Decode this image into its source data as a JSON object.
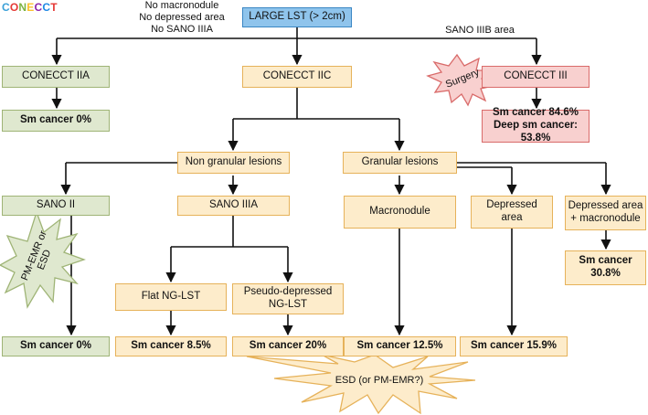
{
  "logo": {
    "letters": [
      "C",
      "O",
      "N",
      "E",
      "C",
      "C",
      "T"
    ],
    "colors": [
      "#3aa0d8",
      "#e53935",
      "#7cb342",
      "#fbc02d",
      "#8e24aa",
      "#1e88e5",
      "#e53935"
    ]
  },
  "top_note": {
    "line1": "No macronodule",
    "line2": "No depressed area",
    "line3": "No SANO IIIA"
  },
  "right_note": "SANO IIIB area",
  "nodes": {
    "root": "LARGE LST (> 2cm)",
    "conecct_iia": "CONECCT IIA",
    "conecct_iic": "CONECCT IIC",
    "conecct_iii": "CONECCT III",
    "sm_cancer_iia": "Sm cancer 0%",
    "sm_cancer_iii_line1": "Sm cancer 84.6%",
    "sm_cancer_iii_line2": "Deep sm cancer: 53.8%",
    "non_granular": "Non granular lesions",
    "granular": "Granular lesions",
    "sano_ii": "SANO II",
    "sano_iiia": "SANO IIIA",
    "macronodule": "Macronodule",
    "depressed_line1": "Depressed",
    "depressed_line2": "area",
    "dep_macro_line1": "Depressed area",
    "dep_macro_line2": "+ macronodule",
    "sm_cancer_dm_line1": "Sm cancer",
    "sm_cancer_dm_line2": "30.8%",
    "flat_nglst": "Flat NG-LST",
    "pseudo_line1": "Pseudo-depressed",
    "pseudo_line2": "NG-LST",
    "sm_sano_ii": "Sm cancer 0%",
    "sm_flat": "Sm cancer 8.5%",
    "sm_pseudo": "Sm cancer 20%",
    "sm_macro": "Sm cancer 12.5%",
    "sm_depressed": "Sm cancer 15.9%"
  },
  "stars": {
    "surgery": "Surgery",
    "pm_emr_line1": "PM-EMR or",
    "pm_emr_line2": "ESD",
    "esd": "ESD (or PM-EMR?)"
  },
  "colors": {
    "yellow_fill": "#fdeccb",
    "green_fill": "#dfe8cf",
    "pink_fill": "#f8d0cf",
    "blue_fill": "#8fc4ec"
  }
}
